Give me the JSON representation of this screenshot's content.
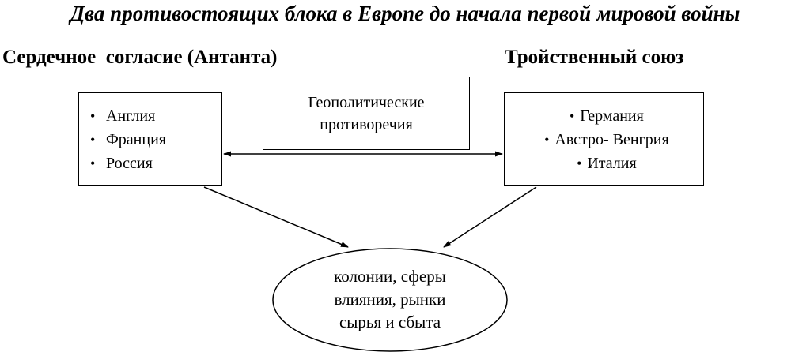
{
  "title": "Два противостоящих блока в Европе до начала первой мировой войны",
  "entente": {
    "heading": "Сердечное  согласие (Антанта)",
    "members": [
      "Англия",
      "Франция",
      "Россия"
    ]
  },
  "triple_alliance": {
    "heading": "Тройственный союз",
    "members": [
      "Германия",
      "Австро- Венгрия",
      "Италия"
    ]
  },
  "conflict": {
    "label": "Геополитические противоречия"
  },
  "goals": {
    "lines": [
      "колонии, сферы",
      "влияния, рынки",
      "сырья и сбыта"
    ]
  },
  "colors": {
    "ink": "#000000",
    "background": "#ffffff"
  }
}
